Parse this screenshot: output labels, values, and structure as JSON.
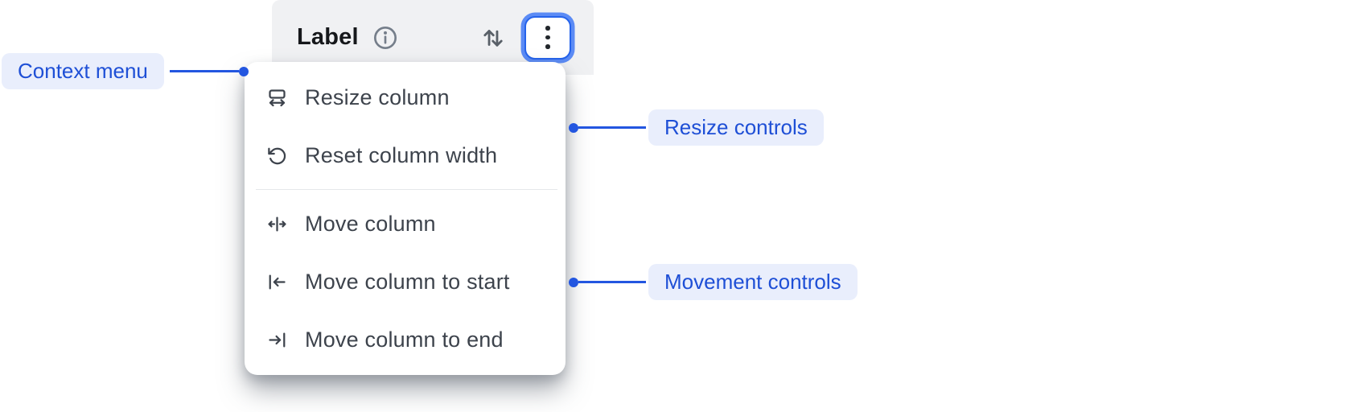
{
  "header": {
    "label": "Label",
    "info_icon": "info-icon",
    "sort_icon": "sort-icon",
    "menu_icon": "kebab-menu-icon"
  },
  "menu": {
    "items": [
      {
        "icon": "resize-column-icon",
        "label": "Resize column"
      },
      {
        "icon": "reset-column-width-icon",
        "label": "Reset column width"
      },
      {
        "icon": "move-column-icon",
        "label": "Move column"
      },
      {
        "icon": "move-column-to-start-icon",
        "label": "Move column to start"
      },
      {
        "icon": "move-column-to-end-icon",
        "label": "Move column to end"
      }
    ]
  },
  "annotations": {
    "context_menu": {
      "label": "Context menu"
    },
    "resize_controls": {
      "label": "Resize controls"
    },
    "movement_controls": {
      "label": "Movement controls"
    }
  },
  "colors": {
    "page-bg": "#ffffff",
    "header-bg": "#f0f1f3",
    "header-text": "#16181b",
    "menu-text": "#3d434c",
    "annotation-text": "#1e4fd6",
    "annotation-bg": "#e9eefc",
    "connector": "#2356e0",
    "focus-border": "#2563eb",
    "focus-ring": "#5b8bf5"
  }
}
